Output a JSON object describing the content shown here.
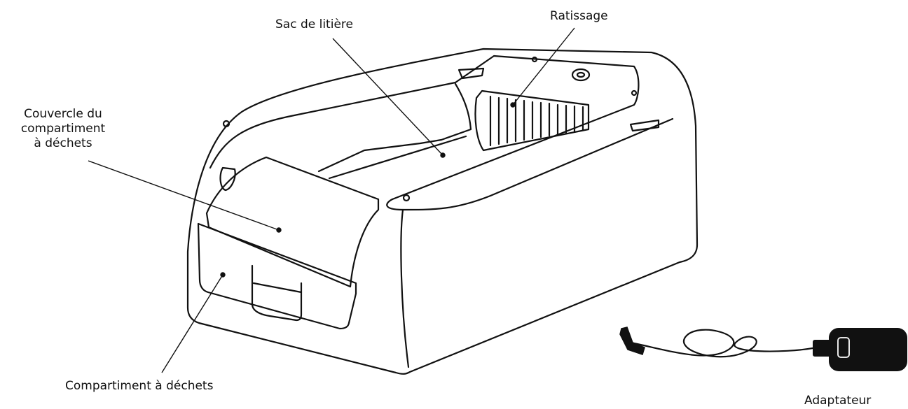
{
  "labels": {
    "sac": "Sac de litière",
    "ratissage": "Ratissage",
    "couvercle_line1": "Couvercle du",
    "couvercle_line2": "compartiment",
    "couvercle_line3": "à déchets",
    "compartiment": "Compartiment à déchets",
    "adaptateur": "Adaptateur"
  },
  "colors": {
    "stroke": "#111111",
    "fill": "#ffffff",
    "adapter": "#111111"
  }
}
